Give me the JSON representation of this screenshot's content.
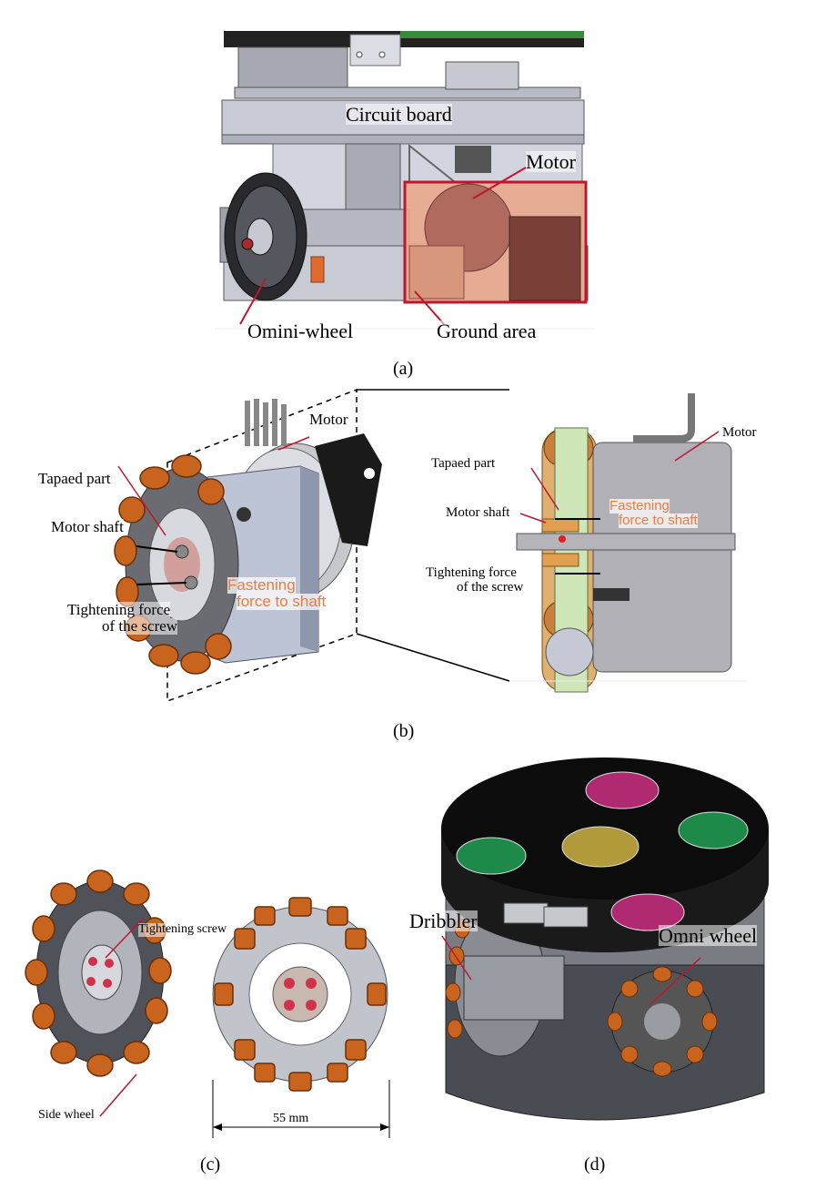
{
  "panel_a": {
    "caption": "(a)",
    "labels": {
      "circuit_board": "Circuit board",
      "motor": "Motor",
      "omni_wheel": "Omini-wheel",
      "ground_area": "Ground area"
    }
  },
  "panel_b": {
    "caption": "(b)",
    "left_labels": {
      "motor": "Motor",
      "tapaed_part": "Tapaed part",
      "motor_shaft": "Motor shaft",
      "fastening_1": "Fastening",
      "fastening_2": "force to shaft",
      "tightening_1": "Tightening force",
      "tightening_2": "of the screw"
    },
    "right_labels": {
      "motor": "Motor",
      "tapaed_part": "Tapaed part",
      "motor_shaft": "Motor shaft",
      "fastening_1": "Fastening",
      "fastening_2": "force to shaft",
      "tightening_1": "Tightening force",
      "tightening_2": "of the screw"
    }
  },
  "panel_c": {
    "caption": "(c)",
    "labels": {
      "tightening_screw": "Tightening screw",
      "side_wheel": "Side wheel",
      "dimension": "55 mm"
    }
  },
  "panel_d": {
    "caption": "(d)",
    "labels": {
      "dribbler": "Dribbler",
      "omni_wheel": "Omni wheel"
    }
  },
  "colors": {
    "ground_area_fill": "#e8a98c",
    "ground_area_border": "#c0162d",
    "annotation_orange": "#f07a3a",
    "roller_orange": "#c8641e",
    "robot_top": "#0c0c0c",
    "marker_magenta": "#b02a72",
    "marker_green": "#1d8a4a",
    "marker_yellow": "#b09a3a"
  }
}
